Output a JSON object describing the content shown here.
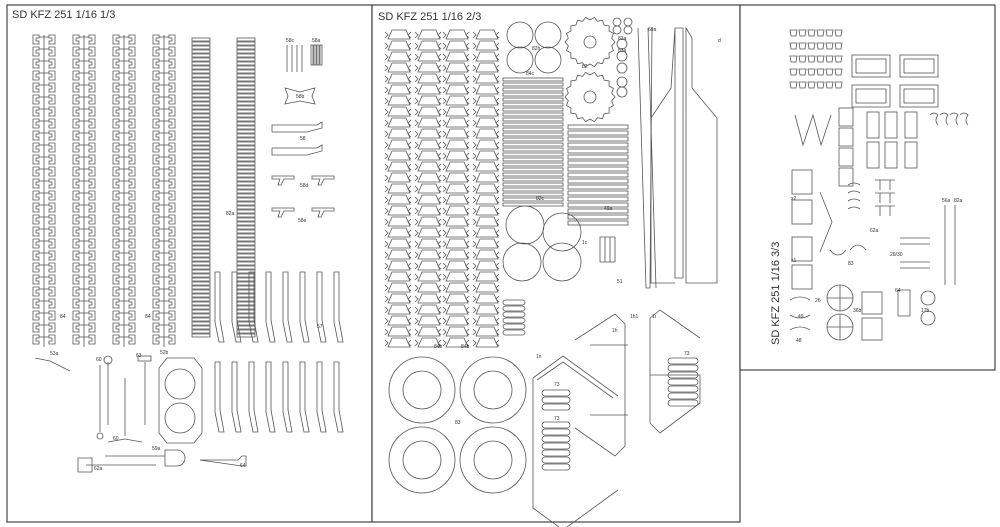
{
  "sheets": [
    {
      "title": "SD KFZ  251 1/16 1/3",
      "labels": [
        "58c",
        "58a",
        "58b",
        "58",
        "58d",
        "58e",
        "82a",
        "84",
        "84",
        "57",
        "53a",
        "60",
        "63",
        "52b",
        "60",
        "59a",
        "62a",
        "64"
      ]
    },
    {
      "title": "SD KFZ  251 1/16 2/3",
      "labels": [
        "82h",
        "82",
        "84c",
        "83a",
        "83a",
        "69a",
        "d",
        "1c",
        "82c",
        "1n",
        "49a",
        "84b",
        "84b",
        "83",
        "1h",
        "1h1",
        "1i",
        "73",
        "73",
        "73",
        "51"
      ]
    },
    {
      "title": "SD KFZ  251 1/16 3/3",
      "labels": [
        "x1",
        "x2",
        "49",
        "48",
        "26",
        "36b",
        "64",
        "17b",
        "62a",
        "83",
        "29/30",
        "56a",
        "82a"
      ]
    }
  ]
}
